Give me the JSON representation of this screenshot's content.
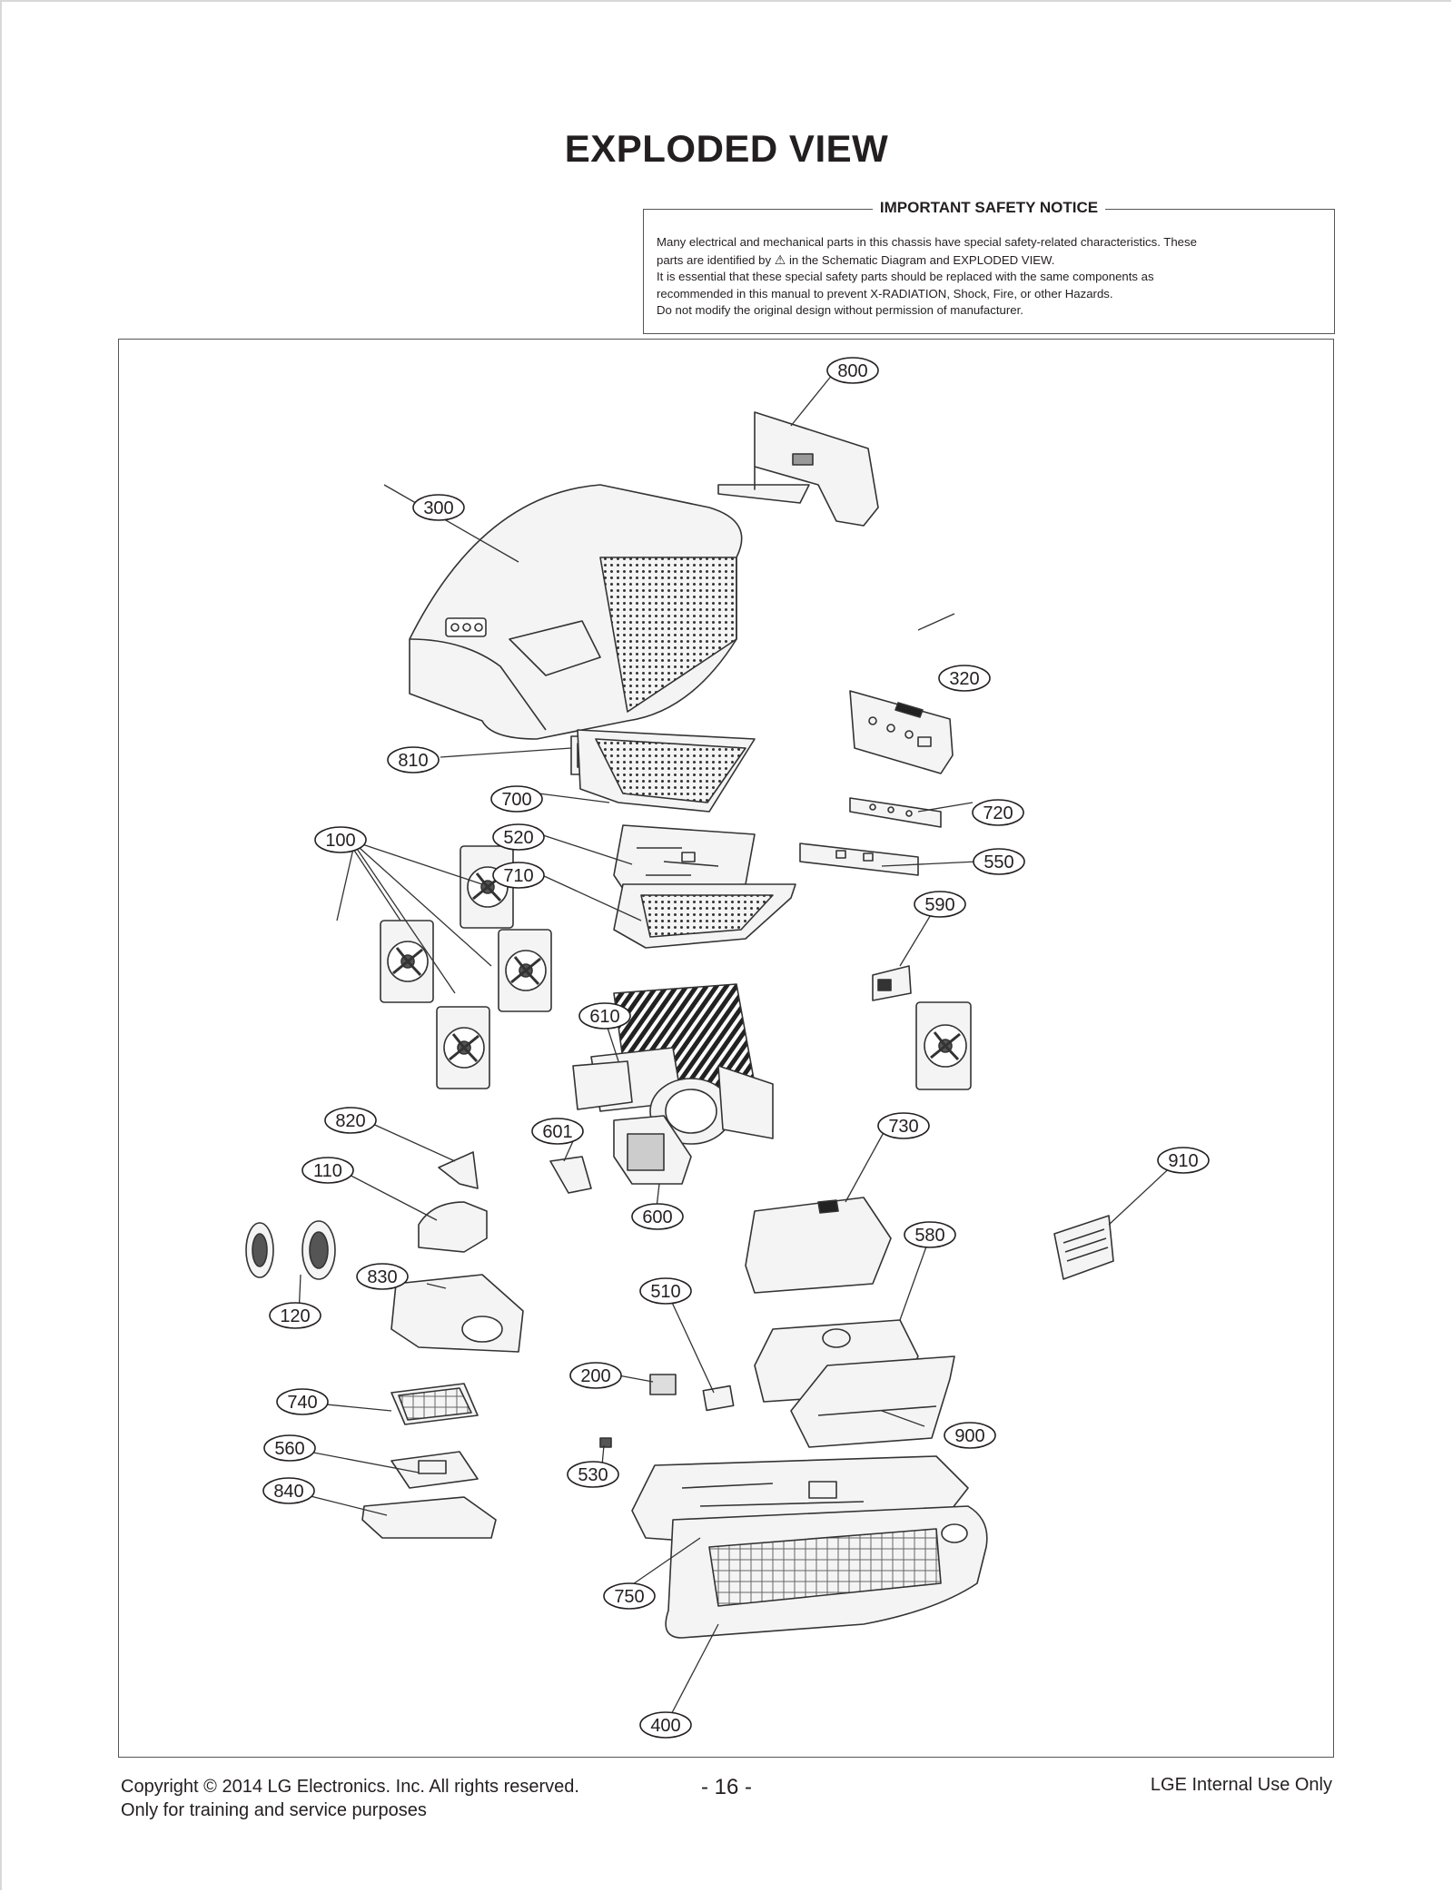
{
  "page": {
    "title": "EXPLODED VIEW"
  },
  "notice": {
    "title": "IMPORTANT SAFETY NOTICE",
    "line1": "Many electrical and mechanical parts in this chassis have special safety-related characteristics. These",
    "line2_before": "parts are identified by",
    "warning_icon": "warning-triangle-icon",
    "line2_after": "in the Schematic Diagram and EXPLODED VIEW.",
    "line3": "It is essential that these special safety parts should be replaced with the same components as",
    "line4": "recommended in this manual to prevent X-RADIATION, Shock, Fire, or other Hazards.",
    "line5": "Do not modify the original design without permission of manufacturer."
  },
  "diagram": {
    "callouts": [
      "800",
      "300",
      "320",
      "810",
      "700",
      "720",
      "100",
      "520",
      "550",
      "710",
      "590",
      "610",
      "820",
      "601",
      "730",
      "110",
      "910",
      "600",
      "580",
      "830",
      "120",
      "510",
      "200",
      "740",
      "900",
      "560",
      "530",
      "840",
      "750",
      "400"
    ]
  },
  "footer": {
    "copyright_line1": "Copyright  © 2014  LG Electronics. Inc. All rights reserved.",
    "copyright_line2": "Only for training and service purposes",
    "page_number": "- 16 -",
    "internal": "LGE Internal Use Only"
  },
  "colors": {
    "ink": "#231f20",
    "line": "#555555",
    "part_fill": "#f4f4f4"
  }
}
